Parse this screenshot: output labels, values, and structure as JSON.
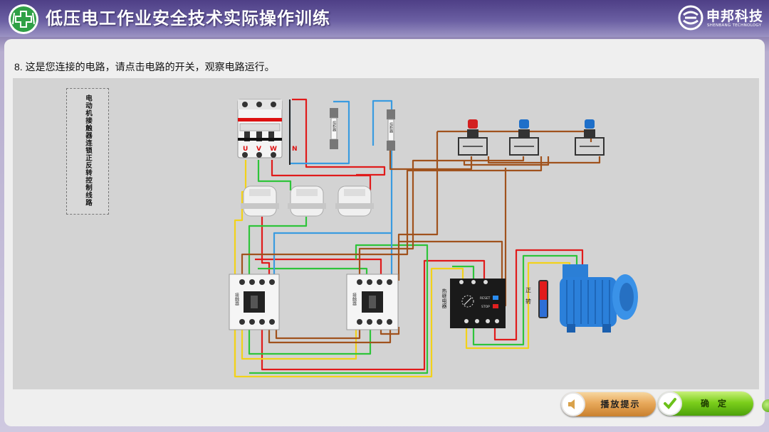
{
  "header": {
    "title": "低压电工作业安全技术实际操作训练",
    "brand_name": "申邦科技",
    "brand_sub": "SHENBANG TECHNOLOGY"
  },
  "main": {
    "instruction": "8. 这是您连接的电路，请点击电路的开关，观察电路运行。",
    "circuit_title": "电动机接触器连锁正反转控制线路"
  },
  "diagram": {
    "breaker_labels": [
      "U",
      "V",
      "W"
    ],
    "neutral_label": "N",
    "fuse_label": "熔断器",
    "contactor_label": "接触器",
    "relay_label": "热继电器",
    "relay_reset": "RESET",
    "relay_stop": "STOP",
    "direction_label": "正转",
    "button_colors": [
      "#d32020",
      "#1e6fc9",
      "#1e6fc9"
    ]
  },
  "footer": {
    "hint_button": "播放提示",
    "ok_button": "确定"
  },
  "colors": {
    "wire_red": "#e01b1b",
    "wire_yellow": "#f2d21a",
    "wire_green": "#2ec43a",
    "wire_blue": "#3a9be0",
    "wire_brown": "#a0521d"
  }
}
